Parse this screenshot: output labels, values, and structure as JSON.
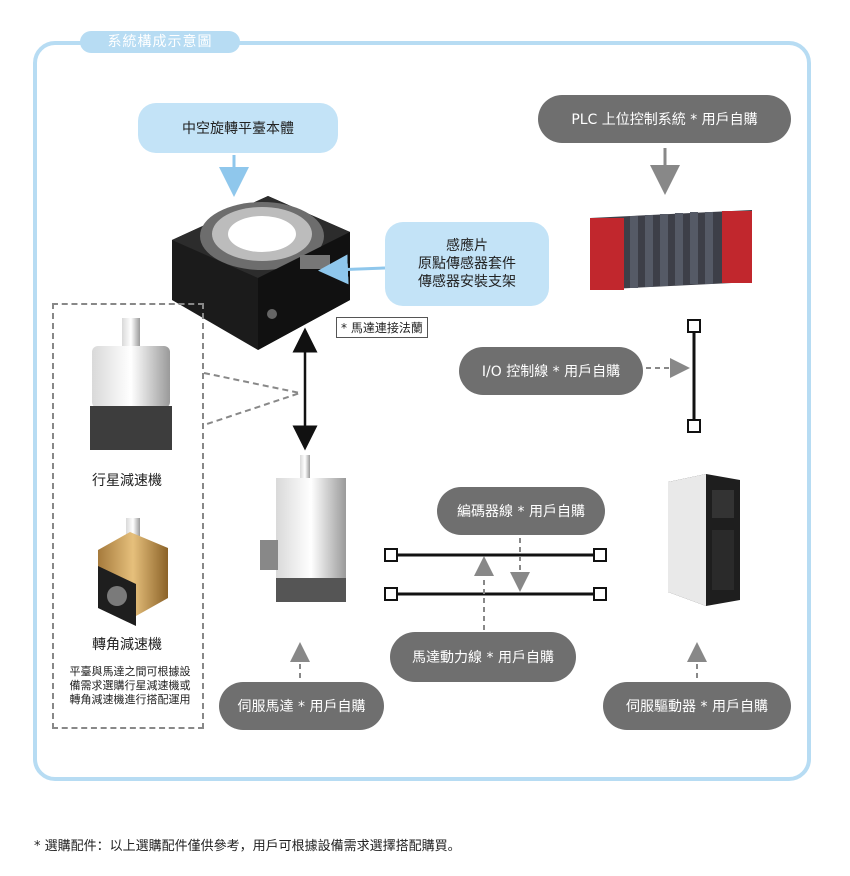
{
  "frame": {
    "title": "系統構成示意圖"
  },
  "components": {
    "turntable_body": "中空旋轉平臺本體",
    "sensor_kit": [
      "感應片",
      "原點傳感器套件",
      "傳感器安裝支架"
    ],
    "motor_flange": "* 馬達連接法蘭",
    "plc": "PLC 上位控制系統 * 用戶自購",
    "io_cable": "I/O 控制線 * 用戶自購",
    "encoder_cable": "編碼器線 * 用戶自購",
    "power_cable": "馬達動力線 * 用戶自購",
    "servo_motor": "伺服馬達 * 用戶自購",
    "servo_driver": "伺服驅動器 * 用戶自購",
    "planetary_reducer": "行星減速機",
    "right_angle_reducer": "轉角減速機",
    "reducer_note": [
      "平臺與馬達之間可根據設",
      "備需求選購行星減速機或",
      "轉角減速機進行搭配運用"
    ]
  },
  "footnote": "* 選購配件：以上選購配件僅供參考，用戶可根據設備需求選擇搭配購買。",
  "colors": {
    "frame": "#b7dcf3",
    "dark_pill": "#6f6f6f",
    "light_pill": "#c3e3f7"
  },
  "icons": [
    "turntable-image",
    "plc-image",
    "servo-motor-image",
    "servo-driver-image",
    "planetary-reducer-image",
    "right-angle-reducer-image"
  ]
}
